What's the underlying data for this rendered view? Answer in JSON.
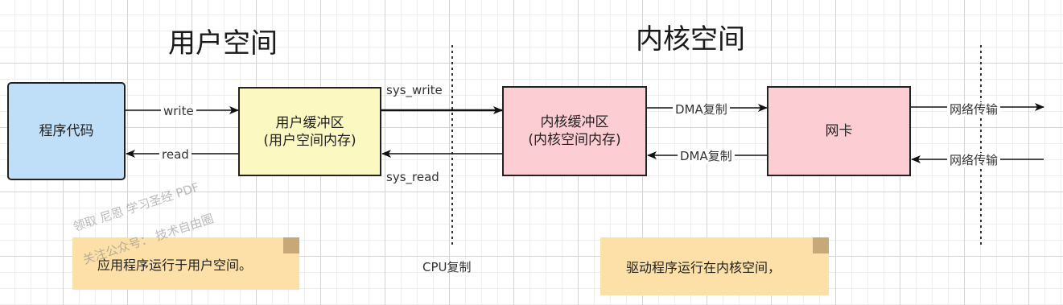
{
  "titles": {
    "user_space": "用户空间",
    "kernel_space": "内核空间"
  },
  "boxes": {
    "program_code": "程序代码",
    "user_buffer": {
      "line1": "用户缓冲区",
      "line2": "(用户空间内存)"
    },
    "kernel_buffer": {
      "line1": "内核缓冲区",
      "line2": "(内核空间内存)"
    },
    "nic": "网卡"
  },
  "edges": {
    "write": "write",
    "read": "read",
    "sys_write": "sys_write",
    "sys_read": "sys_read",
    "dma_out": "DMA复制",
    "dma_in": "DMA复制",
    "net_out": "网络传输",
    "net_in": "网络传输"
  },
  "cpu_copy": "CPU复制",
  "notes": {
    "user": "应用程序运行于用户空间。",
    "kernel": "驱动程序运行在内核空间，"
  },
  "watermark": {
    "line1": "领取 尼恩 学习圣经 PDF",
    "line2": "关注公众号： 技术自由圈"
  },
  "colors": {
    "program_fill": "#bfdff8",
    "user_buffer_fill": "#fcf8c2",
    "kernel_fill": "#fccdd3",
    "note_fill": "#fce0a8",
    "stroke": "#222222"
  }
}
